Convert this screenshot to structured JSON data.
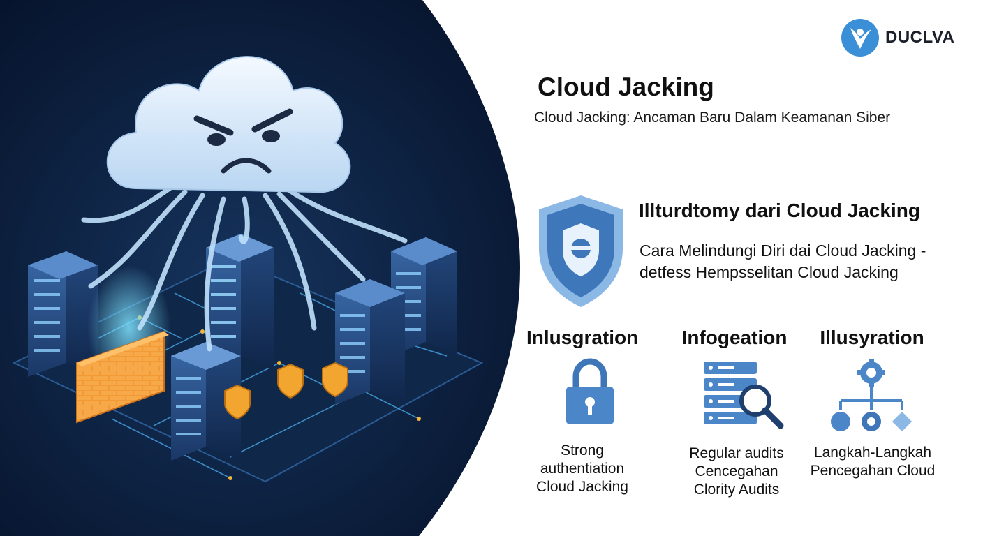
{
  "brand": {
    "name": "DUCLVA",
    "logo_icon": "brand-logo-icon",
    "color": "#3b8fd6"
  },
  "title": "Cloud Jacking",
  "subtitle": "Cloud Jacking: Ancaman Baru Dalam Keamanan Siber",
  "section": {
    "icon": "shield-icon",
    "heading": "Illturdtomy dari Cloud Jacking",
    "lines": [
      "Cara Melindungi Diri dai Cloud Jacking -",
      "detfess Hempsselitan Cloud Jacking"
    ]
  },
  "columns": [
    {
      "title": "Inlusgration",
      "icon": "lock-icon",
      "lines": [
        "Strong",
        "authentiation",
        "Cloud Jacking"
      ]
    },
    {
      "title": "Infogeation",
      "icon": "server-search-icon",
      "lines": [
        "Regular audits",
        "Cencegahan",
        "Clority Audits"
      ]
    },
    {
      "title": "Illusyration",
      "icon": "network-gear-icon",
      "lines": [
        "Langkah-Langkah",
        "Pencegahan Cloud"
      ]
    }
  ],
  "colors": {
    "panel_dark": "#0a1a33",
    "accent_blue": "#4a86c8",
    "firewall_orange": "#f0902a",
    "glow": "#5fd0ff"
  }
}
